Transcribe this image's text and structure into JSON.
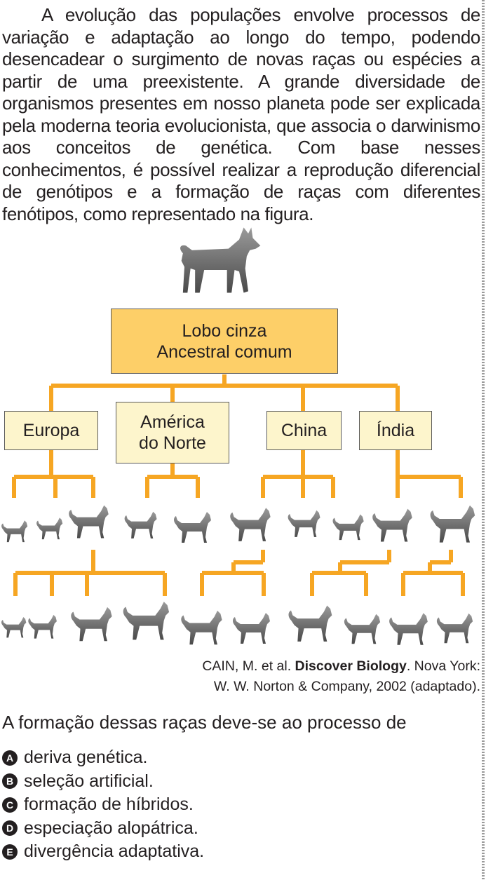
{
  "intro_text": "A evolução das populações envolve processos de variação e adaptação ao longo do tempo, podendo desencadear o surgimento de novas raças ou espécies a partir de uma preexistente. A grande diversidade de organismos presentes em nosso planeta pode ser explicada pela moderna teoria evolucionista, que associa o darwinismo aos conceitos de genética. Com base nesses conhecimentos, é possível realizar a reprodução diferencial de genótipos e a formação de raças com diferentes fenótipos, como representado na figura.",
  "figure": {
    "root_line1": "Lobo cinza",
    "root_line2": "Ancestral comum",
    "regions": [
      {
        "line1": "Europa",
        "line2": ""
      },
      {
        "line1": "América",
        "line2": "do Norte"
      },
      {
        "line1": "China",
        "line2": ""
      },
      {
        "line1": "Índia",
        "line2": ""
      }
    ],
    "colors": {
      "tree": "#f6a623",
      "root_box": "#fdcf68",
      "region_box": "#fdf5cc",
      "dog": "#6b6b6b"
    }
  },
  "source": {
    "part1": "CAIN, M. et al. ",
    "title": "Discover Biology",
    "part2": ". Nova York:",
    "line2": "W. W. Norton & Company, 2002 (adaptado)."
  },
  "question": "A formação dessas raças deve-se ao processo de",
  "options": [
    {
      "letter": "A",
      "text": "deriva genética."
    },
    {
      "letter": "B",
      "text": "seleção artificial."
    },
    {
      "letter": "C",
      "text": "formação de híbridos."
    },
    {
      "letter": "D",
      "text": "especiação alopátrica."
    },
    {
      "letter": "E",
      "text": "divergência adaptativa."
    }
  ]
}
